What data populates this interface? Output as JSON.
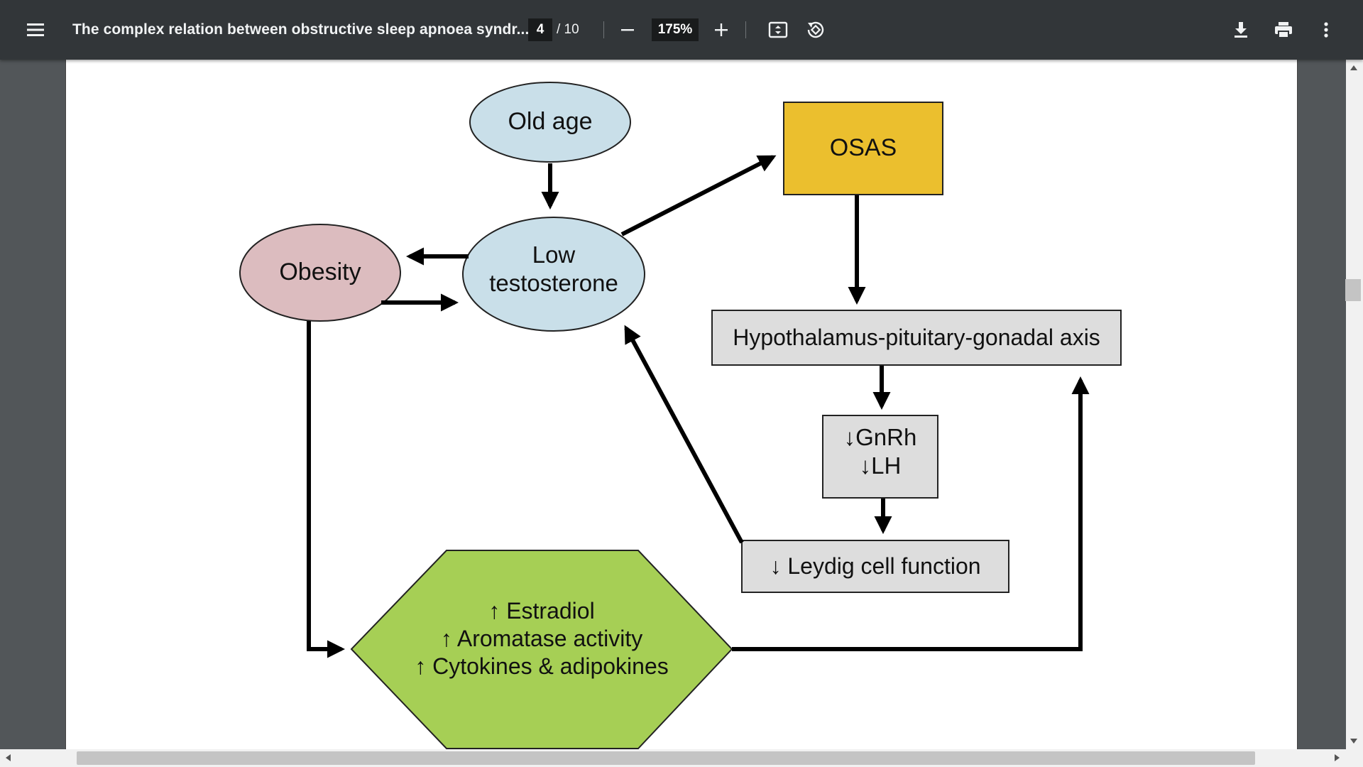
{
  "toolbar": {
    "title": "The complex relation between obstructive sleep apnoea syndr...",
    "current_page": "4",
    "page_total": "/ 10",
    "zoom": "175%",
    "icons": [
      "menu-icon",
      "zoom-out-icon",
      "zoom-in-icon",
      "fit-page-icon",
      "rotate-icon",
      "download-icon",
      "print-icon",
      "more-icon"
    ]
  },
  "diagram": {
    "nodes": {
      "old_age": "Old age",
      "osas": "OSAS",
      "obesity": "Obesity",
      "low_testosterone_1": "Low",
      "low_testosterone_2": "testosterone",
      "hpg_axis": "Hypothalamus-pituitary-gonadal axis",
      "gnrh": "↓GnRh",
      "lh": "↓LH",
      "leydig": "↓ Leydig cell function",
      "estradiol": "↑ Estradiol",
      "aromatase": "↑ Aromatase activity",
      "cytokines": "↑ Cytokines & adipokines"
    },
    "colors": {
      "old_age": "#c9dfe9",
      "low_testosterone": "#c9dfe9",
      "obesity": "#dcbcbf",
      "osas": "#ebbf2e",
      "grey_box": "#dddddd",
      "hexagon": "#a6cf55"
    }
  }
}
